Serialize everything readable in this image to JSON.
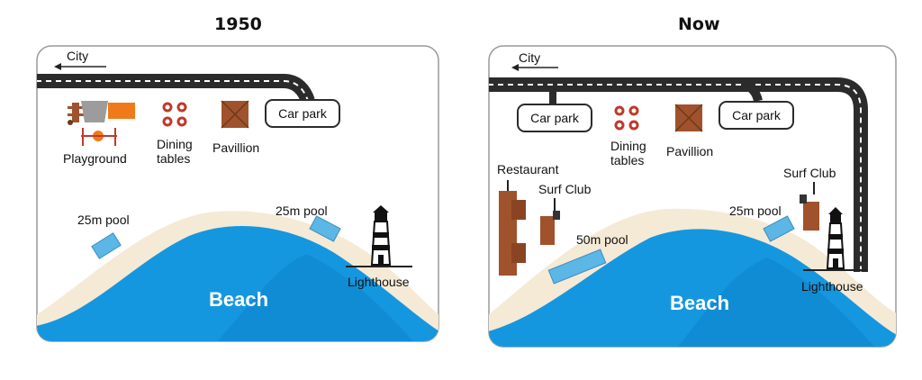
{
  "maps": [
    {
      "title": "1950",
      "city": "City",
      "labels": {
        "playground": "Playground",
        "dining": "Dining\ntables",
        "pavilion": "Pavillion",
        "carpark": "Car park",
        "pool_left": "25m pool",
        "pool_right": "25m pool",
        "lighthouse": "Lighthouse",
        "beach": "Beach"
      }
    },
    {
      "title": "Now",
      "city": "City",
      "labels": {
        "carpark_left": "Car park",
        "dining": "Dining\ntables",
        "pavilion": "Pavillion",
        "carpark_right": "Car park",
        "restaurant": "Restaurant",
        "surfclub_left": "Surf Club",
        "surfclub_right": "Surf Club",
        "pool_50": "50m pool",
        "pool_25": "25m pool",
        "lighthouse": "Lighthouse",
        "beach": "Beach"
      }
    }
  ],
  "colors": {
    "road": "#2b2b2b",
    "sea_dark": "#1597df",
    "sea_light": "#3dbdf5",
    "sand": "#f3e6cf",
    "pool": "#5cb6e6",
    "building": "#a0522d",
    "dining": "#c0392b"
  }
}
